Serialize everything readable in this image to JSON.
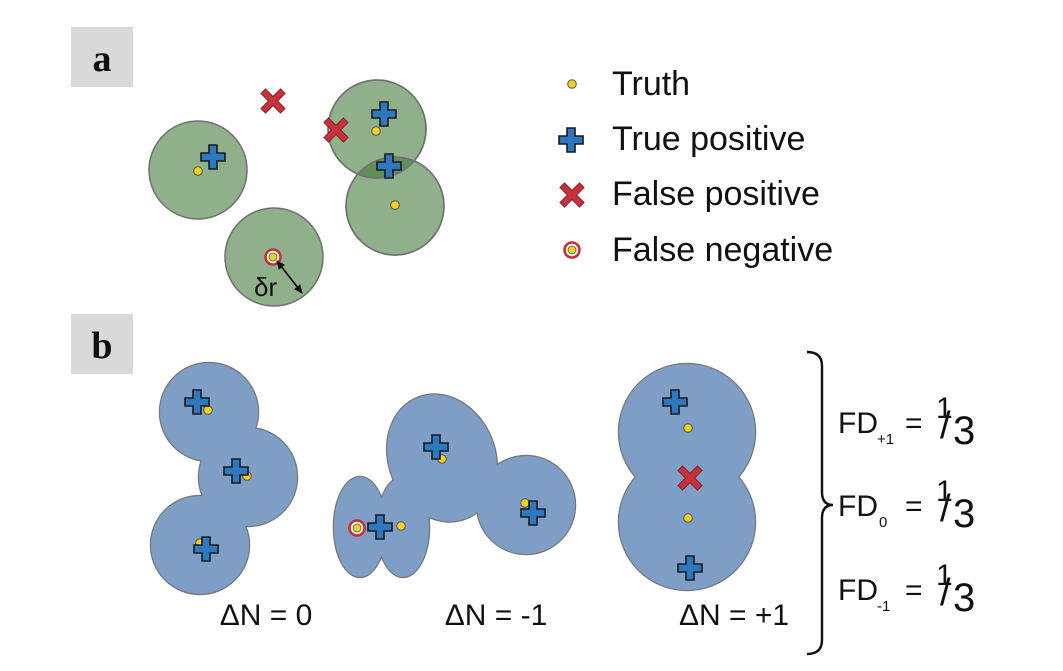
{
  "panels": {
    "a": {
      "label": "a"
    },
    "b": {
      "label": "b"
    }
  },
  "legend": {
    "truth": "Truth",
    "true_positive": "True positive",
    "false_positive": "False positive",
    "false_negative": "False negative"
  },
  "annotation": {
    "radius_label": "δr"
  },
  "delta_n": {
    "case0": "ΔN = 0",
    "case_minus": "ΔN = -1",
    "case_plus": "ΔN = +1"
  },
  "fd": {
    "plus": {
      "base": "FD",
      "sub": "+1",
      "eq": "=",
      "num": "1",
      "slash": "/",
      "den": "3"
    },
    "zero": {
      "base": "FD",
      "sub": "0",
      "eq": "=",
      "num": "1",
      "slash": "/",
      "den": "3"
    },
    "minus": {
      "base": "FD",
      "sub": "-1",
      "eq": "=",
      "num": "1",
      "slash": "/",
      "den": "3"
    }
  },
  "colors": {
    "green_fill": "#8fb08a",
    "green_overlap": "#5f8f5c",
    "blue_fill": "#7f9ec6",
    "cross_blue": "#2e78c0",
    "x_red": "#c8323c",
    "truth_yellow": "#f4d21c",
    "fn_ring": "#c62f35",
    "label_bg": "#d9d9d9"
  }
}
